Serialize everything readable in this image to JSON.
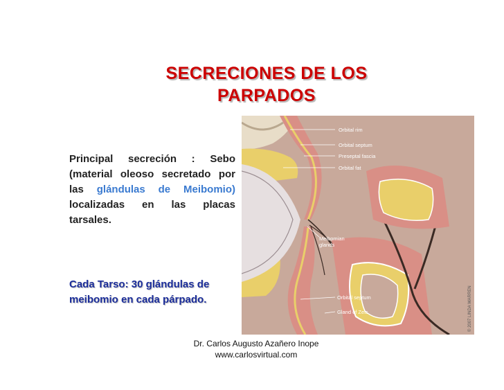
{
  "title": {
    "line1": "SECRECIONES DE LOS",
    "line2": "PARPADOS"
  },
  "paragraph": {
    "text1": "Principal secreción : Sebo (material oleoso secretado por las ",
    "link": "glándulas de Meibomio)",
    "text2": " localizadas en las placas tarsales."
  },
  "tarso": {
    "text": "Cada Tarso: 30 glándulas de meibomio en cada párpado."
  },
  "figure": {
    "labels": {
      "orbital_rim": "Orbital rim",
      "orbital_septum_top": "Orbital septum",
      "preseptal_fascia": "Preseptal fascia",
      "orbital_fat": "Orbital fat",
      "meibomian_line1": "Meibomian",
      "meibomian_line2": "glands",
      "orbital_septum_bottom": "Orbital septum",
      "gland_of_zeis": "Gland of Zeis"
    },
    "copyright": "© 2007 LINDA WARREN",
    "colors": {
      "background": "#c8a99b",
      "tissue": "#d98f86",
      "fat": "#e9cf6a",
      "eyeball": "#e6dfe0"
    }
  },
  "footer": {
    "author": "Dr. Carlos Augusto Azañero Inope",
    "website": "www.carlosvirtual.com"
  }
}
